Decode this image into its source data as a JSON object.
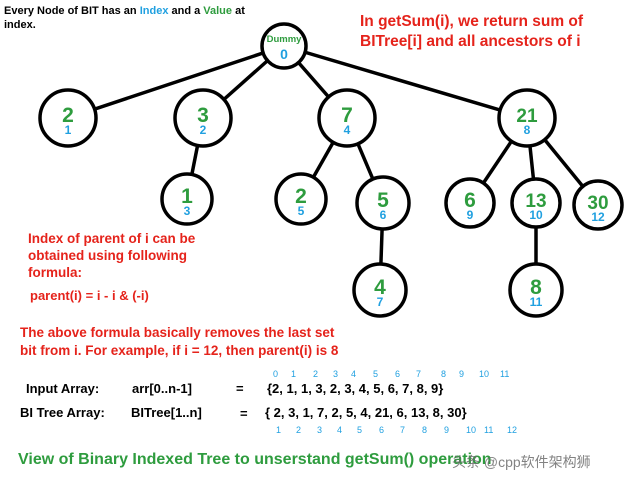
{
  "top_note": {
    "part1": "Every Node of BIT has an ",
    "index_word": "Index",
    "part2": " and a ",
    "value_word": "Value",
    "part3": " at index."
  },
  "getsum_note": {
    "line1": "In getSum(i), we return sum of",
    "line2": "BITree[i] and all ancestors of i"
  },
  "parent_note": {
    "line1": "Index of parent of i can be",
    "line2": "obtained using following",
    "line3": "formula:",
    "formula": "parent(i) = i - i & (-i)"
  },
  "formula_note": {
    "line1": "The above formula basically removes the last set",
    "line2": "bit from i.  For example, if i = 12, then parent(i) is 8"
  },
  "input_row": {
    "label": "Input Array:",
    "name": "arr[0..n-1]",
    "equals": "=",
    "values": "{2,  1,  1,  3,  2,  3,  4,  5,  6,  7,  8,   9}",
    "indices": [
      "0",
      "1",
      "2",
      "3",
      "4",
      "5",
      "6",
      "7",
      "8",
      "9",
      "10",
      "11"
    ]
  },
  "bit_row": {
    "label": "BI Tree Array:",
    "name": "BITree[1..n]",
    "equals": "=",
    "values": "{ 2,  3,  1,  7,  2,  5,  4, 21,  6, 13, 8,  30}",
    "indices": [
      "1",
      "2",
      "3",
      "4",
      "5",
      "6",
      "7",
      "8",
      "9",
      "10",
      "11",
      "12"
    ]
  },
  "bottom_title": "View of Binary Indexed Tree to unserstand getSum() operation",
  "watermark": "头条 @cpp软件架构狮",
  "tree": {
    "nodes": [
      {
        "id": "dummy",
        "value": "Dummy",
        "index": "0"
      },
      {
        "id": "n1",
        "value": "2",
        "index": "1"
      },
      {
        "id": "n2",
        "value": "3",
        "index": "2"
      },
      {
        "id": "n4",
        "value": "7",
        "index": "4"
      },
      {
        "id": "n8",
        "value": "21",
        "index": "8"
      },
      {
        "id": "n3",
        "value": "1",
        "index": "3"
      },
      {
        "id": "n5",
        "value": "2",
        "index": "5"
      },
      {
        "id": "n6",
        "value": "5",
        "index": "6"
      },
      {
        "id": "n9",
        "value": "6",
        "index": "9"
      },
      {
        "id": "n10",
        "value": "13",
        "index": "10"
      },
      {
        "id": "n12",
        "value": "30",
        "index": "12"
      },
      {
        "id": "n7",
        "value": "4",
        "index": "7"
      },
      {
        "id": "n11",
        "value": "8",
        "index": "11"
      }
    ],
    "edges": [
      [
        "dummy",
        "n1"
      ],
      [
        "dummy",
        "n2"
      ],
      [
        "dummy",
        "n4"
      ],
      [
        "dummy",
        "n8"
      ],
      [
        "n2",
        "n3"
      ],
      [
        "n4",
        "n5"
      ],
      [
        "n4",
        "n6"
      ],
      [
        "n6",
        "n7"
      ],
      [
        "n8",
        "n9"
      ],
      [
        "n8",
        "n10"
      ],
      [
        "n8",
        "n12"
      ],
      [
        "n10",
        "n11"
      ]
    ]
  },
  "colors": {
    "value_green": "#2e9c3e",
    "index_blue": "#20a0e0",
    "note_red": "#e5231b"
  }
}
